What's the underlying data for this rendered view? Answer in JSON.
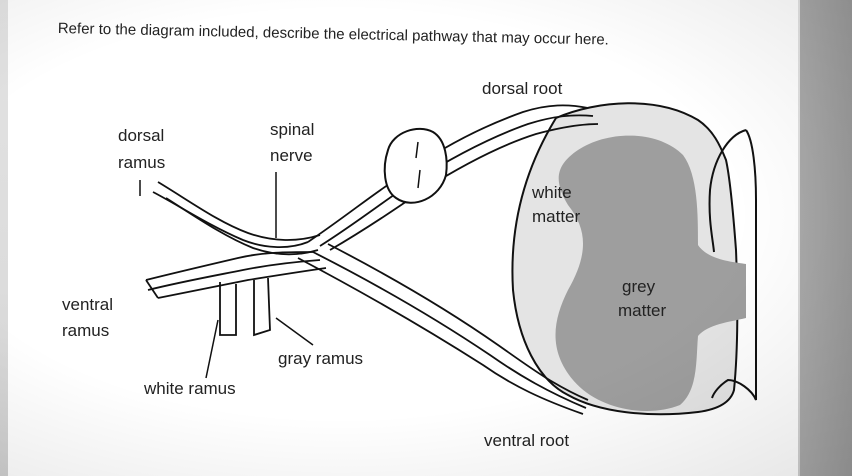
{
  "question": "Refer to the diagram included, describe the electrical pathway that may occur here.",
  "labels": {
    "dorsal_root": "dorsal root",
    "spinal_nerve_line1": "spinal",
    "spinal_nerve_line2": "nerve",
    "dorsal_ramus_line1": "dorsal",
    "dorsal_ramus_line2": "ramus",
    "white_matter_line1": "white",
    "white_matter_line2": "matter",
    "grey_matter_line1": "grey",
    "grey_matter_line2": "matter",
    "ventral_ramus_line1": "ventral",
    "ventral_ramus_line2": "ramus",
    "gray_ramus": "gray ramus",
    "white_ramus": "white ramus",
    "ventral_root": "ventral root"
  },
  "colors": {
    "page_background": "#ffffff",
    "white_matter_fill": "#e4e4e4",
    "grey_matter_fill": "#9e9e9e",
    "outline": "#111111"
  }
}
